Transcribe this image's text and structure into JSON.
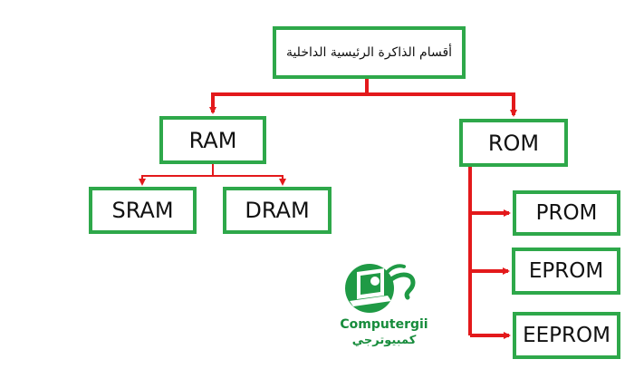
{
  "diagram": {
    "nodes": {
      "root": "أقسام الذاكرة الرئيسية الداخلية",
      "ram": "RAM",
      "rom": "ROM",
      "sram": "SRAM",
      "dram": "DRAM",
      "prom": "PROM",
      "eprom": "EPROM",
      "eeprom": "EEPROM"
    },
    "edges": [
      {
        "from": "root",
        "to": "ram"
      },
      {
        "from": "root",
        "to": "rom"
      },
      {
        "from": "ram",
        "to": "sram"
      },
      {
        "from": "ram",
        "to": "dram"
      },
      {
        "from": "rom",
        "to": "prom"
      },
      {
        "from": "rom",
        "to": "eprom"
      },
      {
        "from": "rom",
        "to": "eeprom"
      }
    ]
  },
  "logo": {
    "text_en": "Computergii",
    "text_ar": "كمبيوترجي"
  },
  "colors": {
    "box_border": "#2ea84a",
    "connector": "#e3191b",
    "logo": "#178c3c"
  }
}
